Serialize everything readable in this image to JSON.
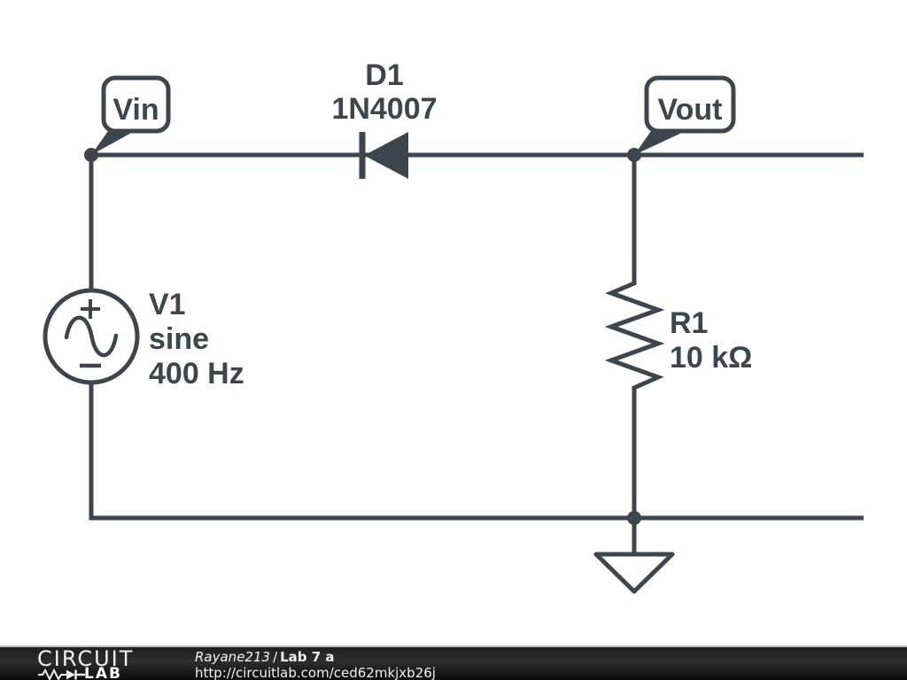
{
  "colors": {
    "ink": "#3d464c",
    "background": "#ffffff",
    "footer_text": "#f2f2f2",
    "footer_border": "#bdbdbd"
  },
  "schematic": {
    "net_flags": [
      {
        "label": "Vin"
      },
      {
        "label": "Vout"
      }
    ],
    "components": [
      {
        "type": "diode",
        "ref": "D1",
        "value": "1N4007"
      },
      {
        "type": "voltage-source",
        "ref": "V1",
        "param1": "sine",
        "param2": "400 Hz"
      },
      {
        "type": "resistor",
        "ref": "R1",
        "value": "10 kΩ"
      }
    ]
  },
  "footer": {
    "logo": {
      "line1": "CIRCUIT",
      "line2": "LAB"
    },
    "author": "Rayane213",
    "separator": "/",
    "title": "Lab 7 a",
    "url": "http://circuitlab.com/ced62mkjxb26j"
  }
}
